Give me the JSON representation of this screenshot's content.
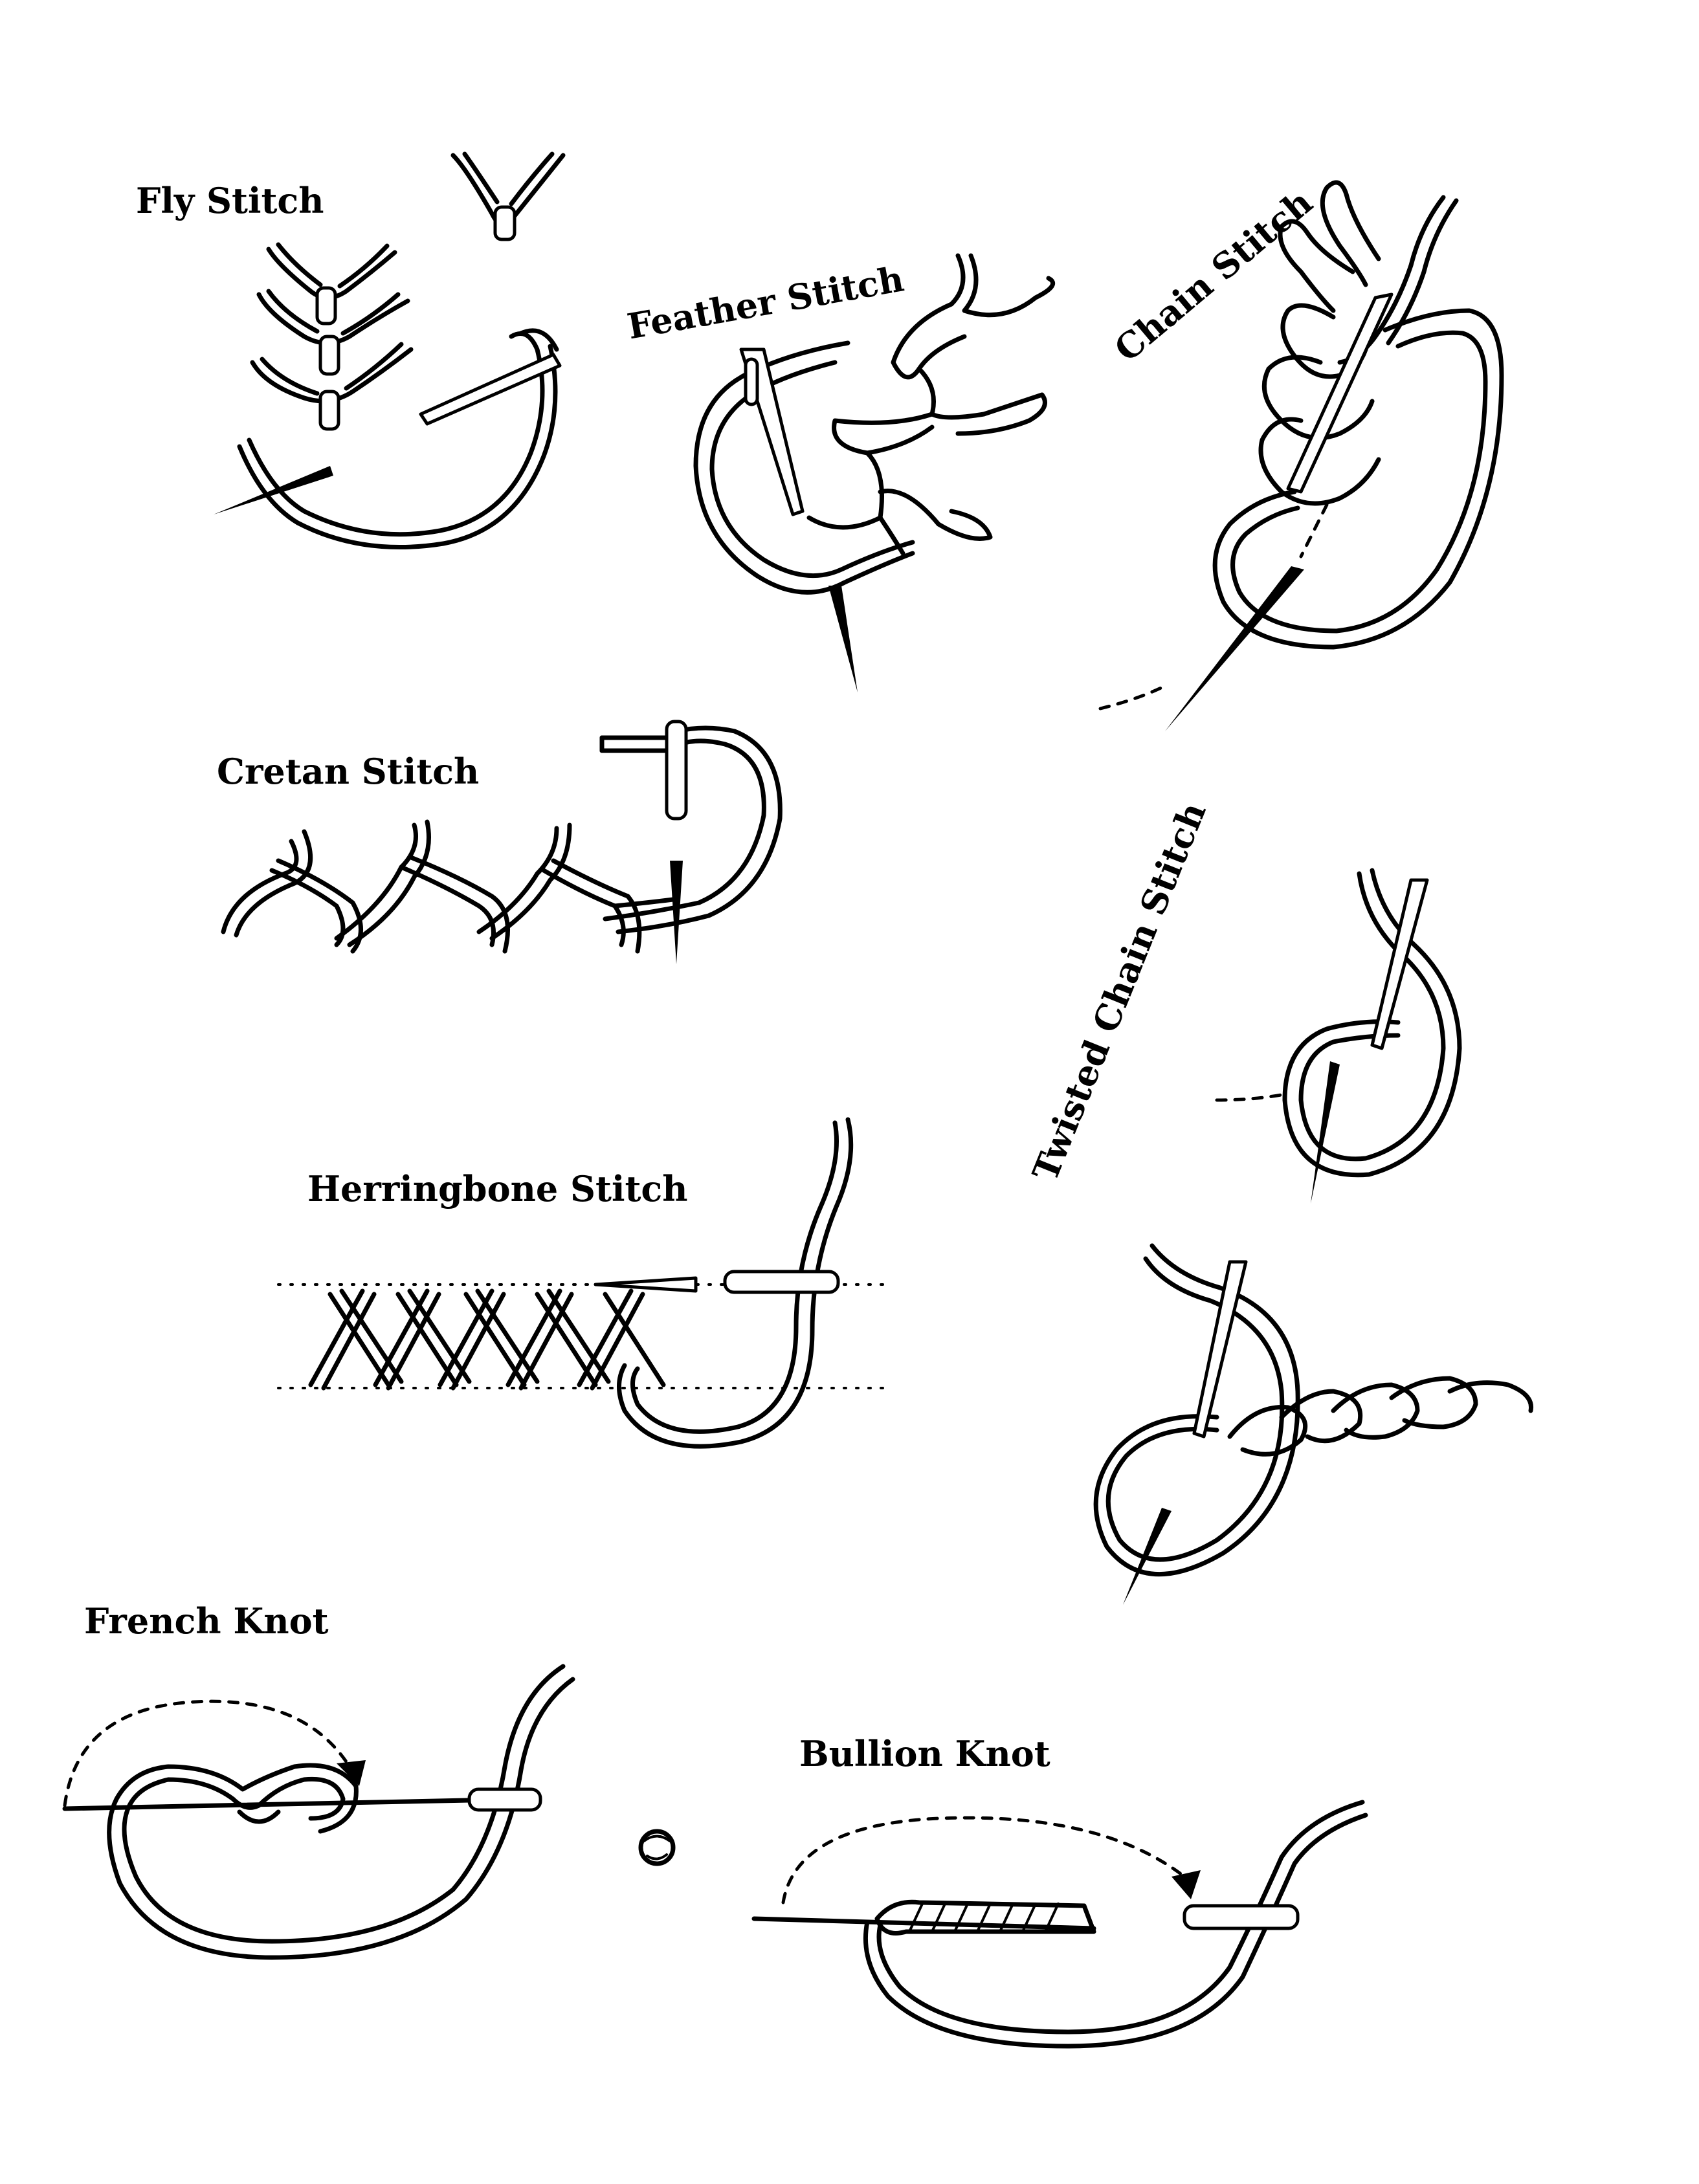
{
  "labels": {
    "fly": "Fly Stitch",
    "feather": "Feather Stitch",
    "chain": "Chain Stitch",
    "cretan": "Cretan Stitch",
    "twisted_chain": "Twisted Chain Stitch",
    "herringbone": "Herringbone Stitch",
    "french_knot": "French Knot",
    "bullion_knot": "Bullion Knot"
  },
  "colors": {
    "ink": "#000000",
    "paper": "#ffffff"
  }
}
